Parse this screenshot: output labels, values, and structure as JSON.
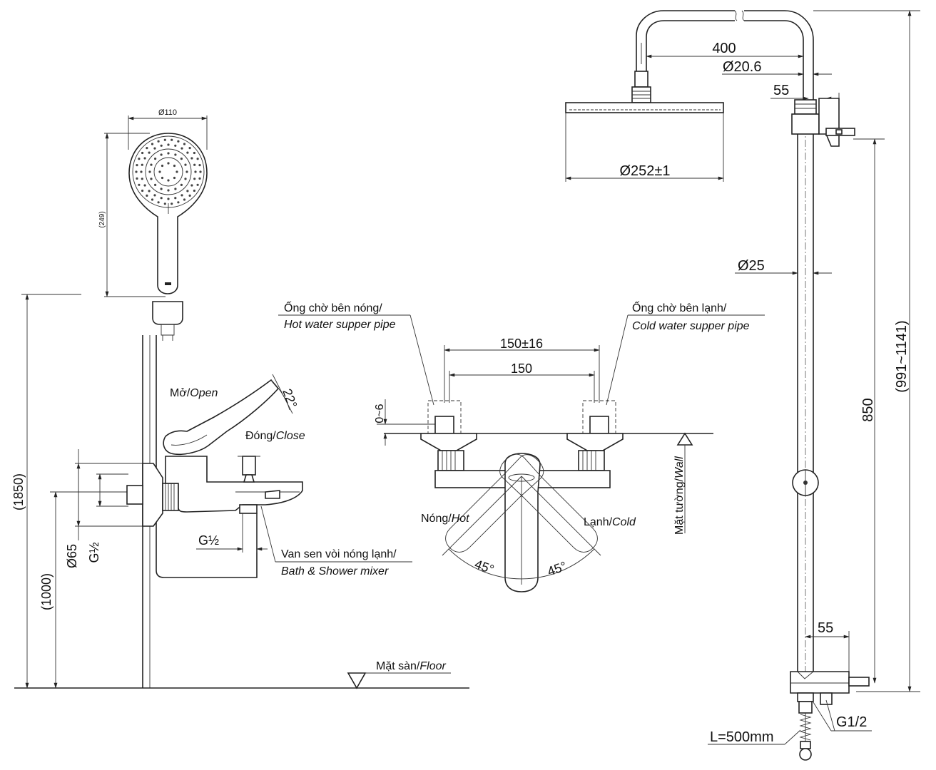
{
  "handshower": {
    "diameter": "Ø110",
    "length": "(249)"
  },
  "side_view": {
    "height_total": "(1850)",
    "height_mixer": "(1000)",
    "diameter_65": "Ø65",
    "thread_left": "G½",
    "thread_bottom": "G½",
    "angle": "22°",
    "open_label": "Mở/",
    "open_label_en": "Open",
    "close_label": "Đóng/",
    "close_label_en": "Close",
    "mixer_label": "Van sen vòi nóng lạnh/",
    "mixer_label_en": "Bath & Shower mixer",
    "floor_label": "Mặt sàn/",
    "floor_label_en": "Floor"
  },
  "front_view": {
    "hot_pipe_label": "Ống chờ bên nóng/",
    "hot_pipe_label_en": "Hot water supper pipe",
    "cold_pipe_label": "Ống chờ bên lạnh/",
    "cold_pipe_label_en": "Cold water supper pipe",
    "spacing_outer": "150±16",
    "spacing_inner": "150",
    "offset": "0~6",
    "hot_label": "Nóng/",
    "hot_label_en": "Hot",
    "cold_label": "Lạnh/",
    "cold_label_en": "Cold",
    "angle_left": "45°",
    "angle_right": "45°",
    "wall_label": "Mặt tường/",
    "wall_label_en": "Wall"
  },
  "shower_column": {
    "arm_length": "400",
    "arm_diameter": "Ø20.6",
    "top_offset": "55",
    "head_diameter": "Ø252±1",
    "pipe_diameter": "Ø25",
    "bottom_offset": "55",
    "height_850": "850",
    "height_range": "(991~1141)",
    "hose_length": "L=500mm",
    "thread": "G1/2"
  }
}
